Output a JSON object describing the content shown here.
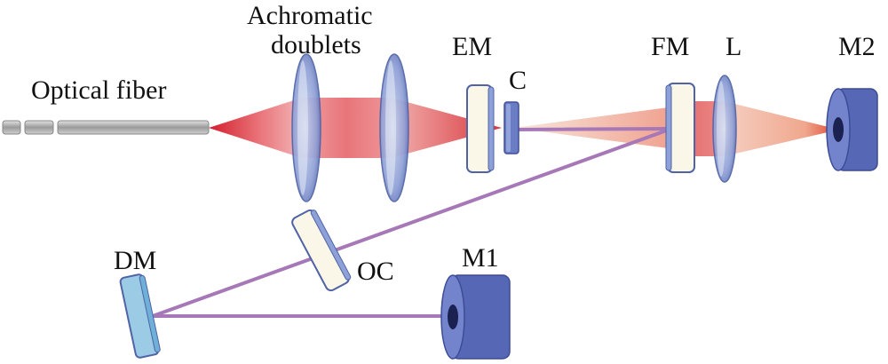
{
  "labels": {
    "optical_fiber": "Optical fiber",
    "achromatic_line1": "Achromatic",
    "achromatic_line2": "doublets",
    "em": "EM",
    "c": "C",
    "fm": "FM",
    "l": "L",
    "m2": "M2",
    "dm": "DM",
    "oc": "OC",
    "m1": "M1"
  },
  "colors": {
    "beam_red": "#d9252e",
    "beam_pink": "#f3b6a6",
    "laser_path": "#a778b8",
    "lens_blue": "#7f9ad4",
    "lens_blue_dark": "#4f63a6",
    "mirror_face": "#fbf7e8",
    "dm_fill": "#9ccbe6",
    "mount_blue": "#5567b5",
    "fiber_gray": "#9a9a9a"
  }
}
